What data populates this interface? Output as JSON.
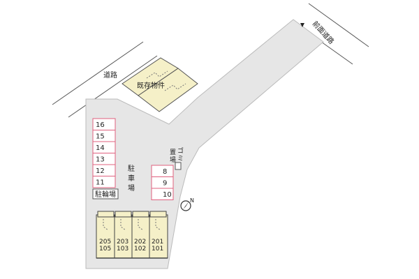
{
  "labels": {
    "road": "道路",
    "front_road": "前面道路",
    "existing_building": "既存物件",
    "parking": "駐車場",
    "bicycle_parking": "駐輪場",
    "garbage": "ゴミ置場",
    "north": "N"
  },
  "parking_left": [
    "16",
    "15",
    "14",
    "13",
    "12",
    "11"
  ],
  "parking_right": [
    "8",
    "9",
    "10"
  ],
  "units": [
    {
      "upper": "205",
      "lower": "105"
    },
    {
      "upper": "203",
      "lower": "103"
    },
    {
      "upper": "202",
      "lower": "102"
    },
    {
      "upper": "201",
      "lower": "101"
    }
  ],
  "colors": {
    "ground": "#e6e6e6",
    "building": "#f5f0c8",
    "parking_border": "#e0607e",
    "line": "#444444"
  }
}
